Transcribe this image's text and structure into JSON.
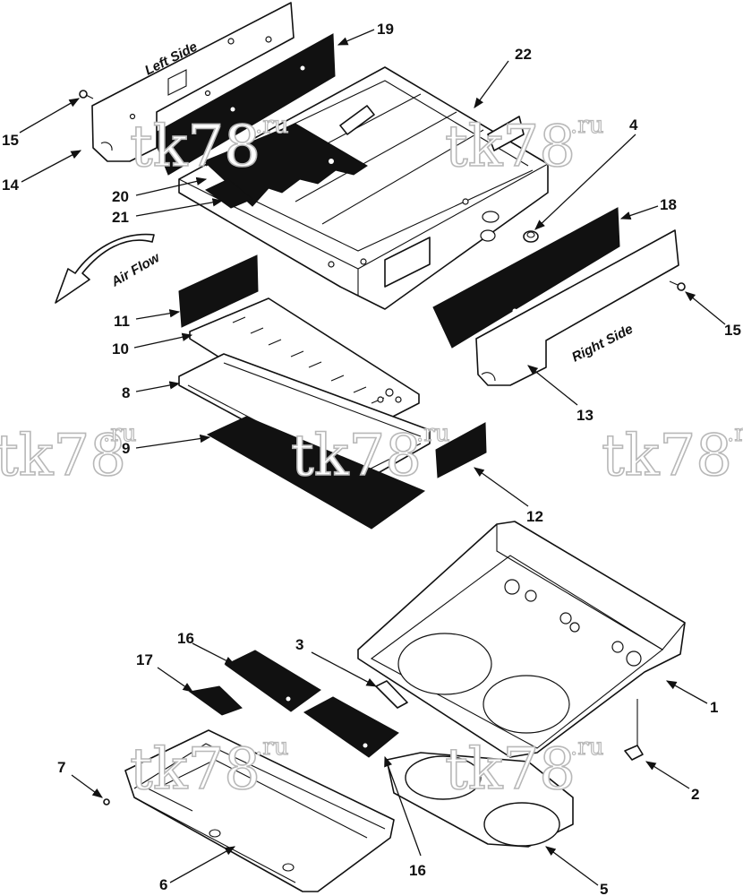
{
  "labels": {
    "left_side": "Left Side",
    "right_side": "Right Side",
    "air_flow": "Air Flow"
  },
  "watermark": {
    "text": "tk78",
    "suffix": ".ru"
  },
  "callouts": [
    {
      "id": "c1",
      "label": "1"
    },
    {
      "id": "c2",
      "label": "2"
    },
    {
      "id": "c3",
      "label": "3"
    },
    {
      "id": "c4",
      "label": "4"
    },
    {
      "id": "c5",
      "label": "5"
    },
    {
      "id": "c6",
      "label": "6"
    },
    {
      "id": "c7",
      "label": "7"
    },
    {
      "id": "c8",
      "label": "8"
    },
    {
      "id": "c9",
      "label": "9"
    },
    {
      "id": "c10",
      "label": "10"
    },
    {
      "id": "c11",
      "label": "11"
    },
    {
      "id": "c12",
      "label": "12"
    },
    {
      "id": "c13",
      "label": "13"
    },
    {
      "id": "c14",
      "label": "14"
    },
    {
      "id": "c15a",
      "label": "15"
    },
    {
      "id": "c15b",
      "label": "15"
    },
    {
      "id": "c16a",
      "label": "16"
    },
    {
      "id": "c16b",
      "label": "16"
    },
    {
      "id": "c17",
      "label": "17"
    },
    {
      "id": "c18",
      "label": "18"
    },
    {
      "id": "c19",
      "label": "19"
    },
    {
      "id": "c20",
      "label": "20"
    },
    {
      "id": "c21",
      "label": "21"
    },
    {
      "id": "c22",
      "label": "22"
    }
  ],
  "colors": {
    "ink": "#111111",
    "paper": "#ffffff",
    "watermark": "#b8b8b8"
  }
}
